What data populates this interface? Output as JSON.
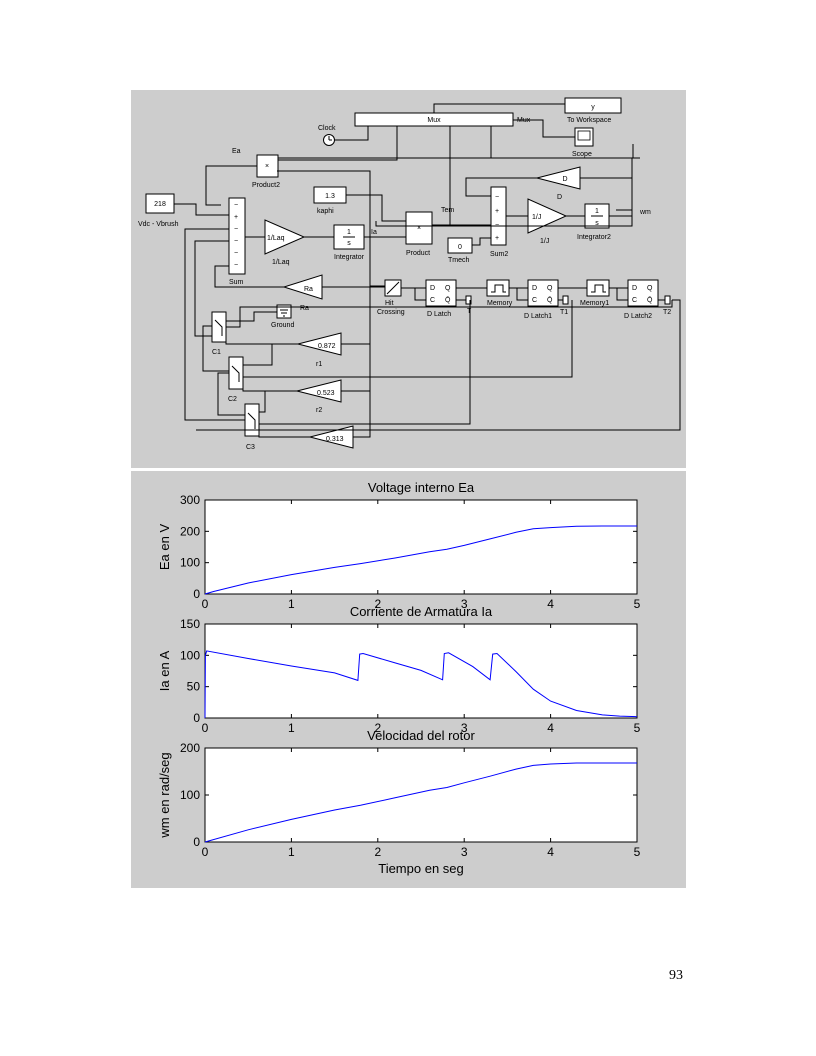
{
  "diagram": {
    "blocks": {
      "clock": "Clock",
      "mux": "Mux",
      "mux_side": "Mux",
      "to_workspace_var": "y",
      "to_workspace": "To Workspace",
      "scope": "Scope",
      "ea": "Ea",
      "product2_symbol": "×",
      "product2": "Product2",
      "d_gain": "D",
      "d_label": "D",
      "const_vdc_value": "218",
      "const_vdc": "Vdc - Vbrush",
      "kaphi_value": "1.3",
      "kaphi": "kaphi",
      "tem": "Tem",
      "wm": "wm",
      "laq_gain": "1/Laq",
      "laq": "1/Laq",
      "integrator_num": "1",
      "integrator_den": "s",
      "integrator": "Integrator",
      "ia": "Ia",
      "product_symbol": "×",
      "product": "Product",
      "tmech_value": "0",
      "tmech": "Tmech",
      "sum2": "Sum2",
      "j_gain": "1/J",
      "j_label": "1/J",
      "integrator2_num": "1",
      "integrator2_den": "s",
      "integrator2": "Integrator2",
      "sum": "Sum",
      "ra_gain": "Ra",
      "ra": "Ra",
      "hit_crossing": "Hit\nCrossing",
      "d_latch": "D Latch",
      "d_latch1": "D Latch1",
      "d_latch2": "D Latch2",
      "memory": "Memory",
      "memory1": "Memory1",
      "t": "T",
      "t1": "T1",
      "t2": "T2",
      "ground": "Ground",
      "c1": "C1",
      "c2": "C2",
      "c3": "C3",
      "r1_value": "0.872",
      "r1": "r1",
      "r2_value": "0.523",
      "r2": "r2",
      "r3_value": "0.313",
      "latch_d": "D",
      "latch_q": "Q",
      "latch_c": "C",
      "latch_qbar": "Q̄"
    }
  },
  "chart_data": [
    {
      "type": "line",
      "title": "Voltage interno Ea",
      "xlabel": "",
      "ylabel": "Ea en V",
      "xlim": [
        0,
        5
      ],
      "ylim": [
        0,
        300
      ],
      "xticks": [
        0,
        1,
        2,
        3,
        4,
        5
      ],
      "yticks": [
        0,
        100,
        200,
        300
      ],
      "series": [
        {
          "color": "#0000ff",
          "x": [
            0,
            0.1,
            0.5,
            1.0,
            1.5,
            1.8,
            2.2,
            2.6,
            2.8,
            3.0,
            3.3,
            3.6,
            3.8,
            4.0,
            4.3,
            4.6,
            5.0
          ],
          "y": [
            0,
            8,
            35,
            62,
            85,
            97,
            115,
            135,
            143,
            155,
            176,
            197,
            208,
            212,
            216,
            217,
            217
          ]
        }
      ]
    },
    {
      "type": "line",
      "title": "Corriente de Armatura Ia",
      "xlabel": "",
      "ylabel": "Ia en A",
      "xlim": [
        0,
        5
      ],
      "ylim": [
        0,
        150
      ],
      "xticks": [
        0,
        1,
        2,
        3,
        4,
        5
      ],
      "yticks": [
        0,
        50,
        100,
        150
      ],
      "series": [
        {
          "color": "#0000ff",
          "x": [
            0,
            0.005,
            0.02,
            0.5,
            1.0,
            1.5,
            1.77,
            1.79,
            1.83,
            2.2,
            2.5,
            2.75,
            2.77,
            2.82,
            3.1,
            3.3,
            3.33,
            3.38,
            3.6,
            3.8,
            4.0,
            4.3,
            4.6,
            4.8,
            5.0
          ],
          "y": [
            0,
            100,
            107,
            95,
            83,
            72,
            60,
            102,
            103,
            88,
            76,
            61,
            103,
            104,
            82,
            61,
            102,
            103,
            74,
            46,
            27,
            12,
            5,
            3,
            2
          ]
        }
      ]
    },
    {
      "type": "line",
      "title": "Velocidad del rotor",
      "xlabel": "Tiempo en seg",
      "ylabel": "wm en rad/seg",
      "xlim": [
        0,
        5
      ],
      "ylim": [
        0,
        200
      ],
      "xticks": [
        0,
        1,
        2,
        3,
        4,
        5
      ],
      "yticks": [
        0,
        100,
        200
      ],
      "series": [
        {
          "color": "#0000ff",
          "x": [
            0,
            0.5,
            1.0,
            1.5,
            1.8,
            2.2,
            2.6,
            2.8,
            3.0,
            3.3,
            3.6,
            3.8,
            4.0,
            4.3,
            4.6,
            5.0
          ],
          "y": [
            0,
            26,
            48,
            68,
            78,
            94,
            110,
            116,
            126,
            140,
            155,
            163,
            166,
            168,
            168,
            168
          ]
        }
      ]
    }
  ],
  "page_number": "93"
}
